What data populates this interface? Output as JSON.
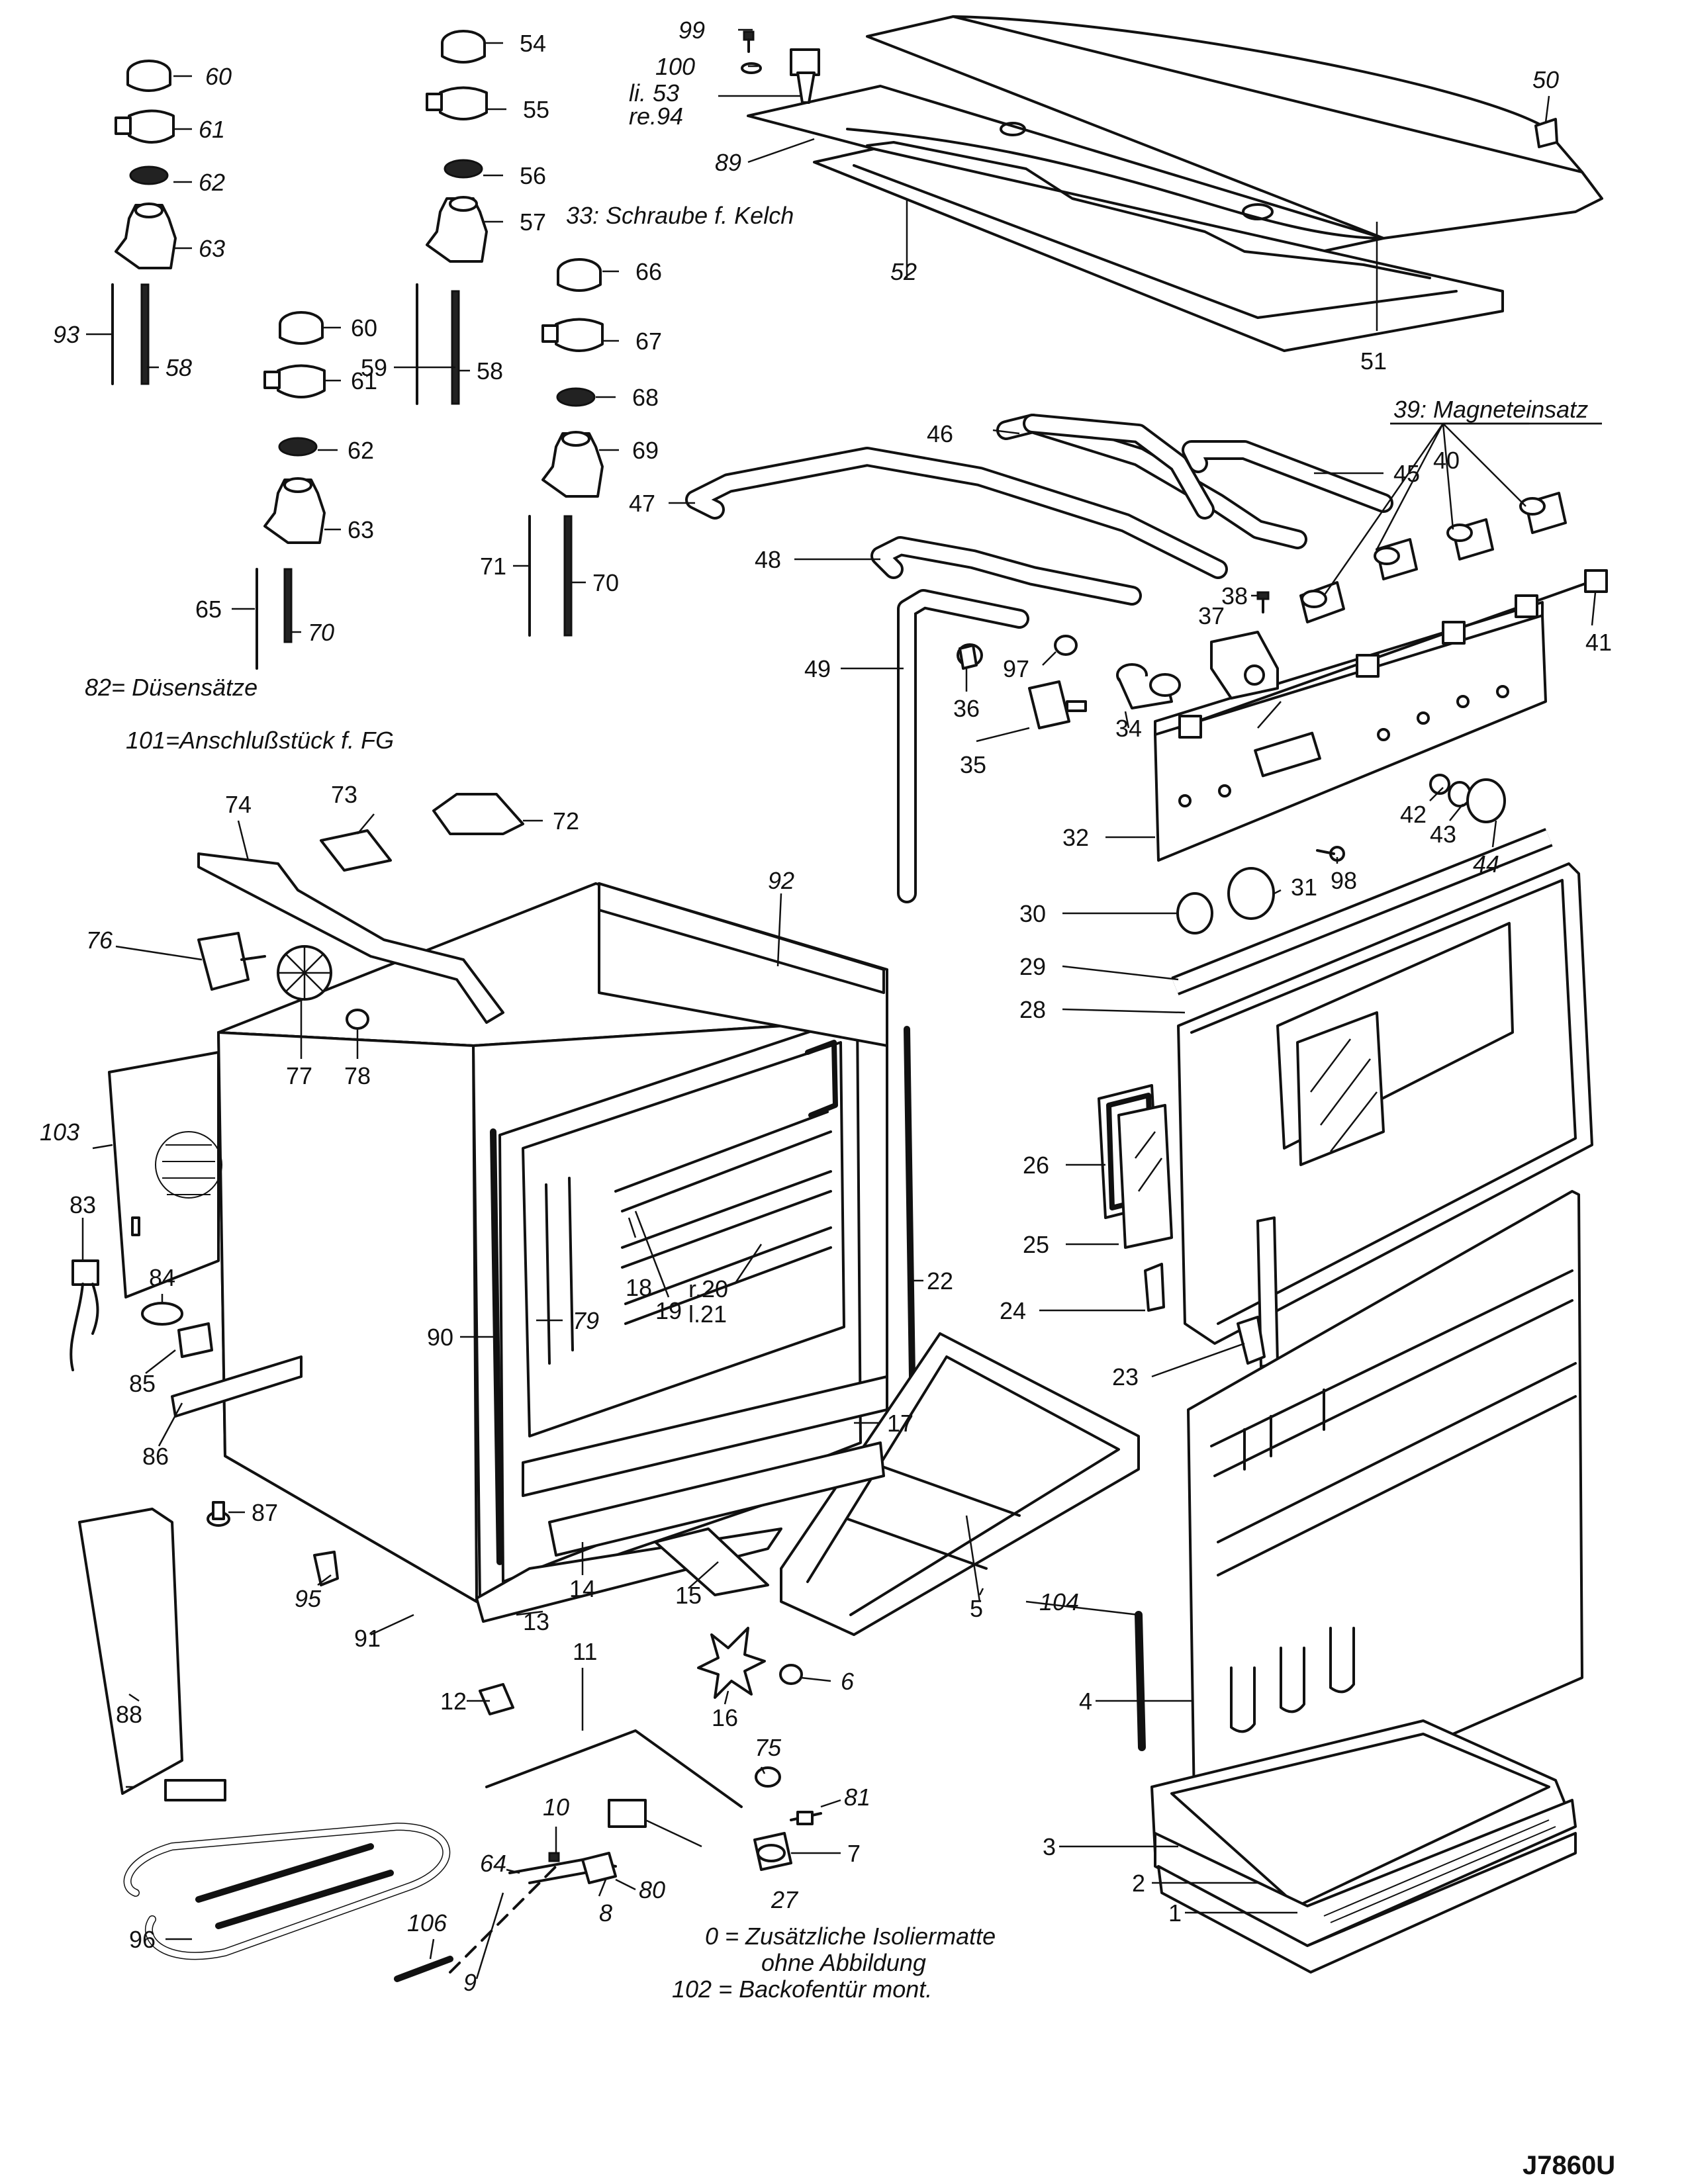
{
  "notes": {
    "screw": "33: Schraube f. Kelch",
    "magnet": "39: Magneteinsatz",
    "nozzle": "82= Düsensätze",
    "connector": "101=Anschlußstück f. FG",
    "insulation_1": "0 = Zusätzliche Isoliermatte",
    "insulation_2": "ohne Abbildung",
    "door": "102 = Backofentür mont.",
    "left_hinge_1": "li. 53",
    "left_hinge_2": "re.94",
    "rail": "r.20",
    "rail_l": "l.21",
    "model_code": "J7860U"
  },
  "labels": {
    "n1": "1",
    "n2": "2",
    "n3": "3",
    "n4": "4",
    "n5": "5",
    "n6": "6",
    "n7": "7",
    "n8": "8",
    "n9": "9",
    "n10": "10",
    "n11": "11",
    "n12": "12",
    "n13": "13",
    "n14": "14",
    "n15": "15",
    "n16": "16",
    "n17": "17",
    "n18": "18",
    "n19": "19",
    "n22": "22",
    "n23": "23",
    "n24": "24",
    "n25": "25",
    "n26": "26",
    "n27": "27",
    "n28": "28",
    "n29": "29",
    "n30": "30",
    "n31": "31",
    "n32": "32",
    "n34": "34",
    "n35": "35",
    "n36": "36",
    "n37": "37",
    "n38": "38",
    "n40": "40",
    "n41": "41",
    "n42": "42",
    "n43": "43",
    "n44": "44",
    "n45": "45",
    "n46": "46",
    "n47": "47",
    "n48": "48",
    "n49": "49",
    "n50": "50",
    "n51": "51",
    "n52": "52",
    "n54": "54",
    "n55": "55",
    "n56": "56",
    "n57": "57",
    "n58a": "58",
    "n58b": "58",
    "n59": "59",
    "n60a": "60",
    "n60b": "60",
    "n61a": "61",
    "n61b": "61",
    "n62a": "62",
    "n62b": "62",
    "n63a": "63",
    "n63b": "63",
    "n64": "64",
    "n65": "65",
    "n66": "66",
    "n67": "67",
    "n68": "68",
    "n69": "69",
    "n70a": "70",
    "n70b": "70",
    "n71": "71",
    "n72": "72",
    "n73": "73",
    "n74": "74",
    "n75": "75",
    "n76": "76",
    "n77": "77",
    "n78": "78",
    "n79": "79",
    "n80": "80",
    "n81": "81",
    "n83": "83",
    "n84": "84",
    "n85": "85",
    "n86": "86",
    "n87": "87",
    "n88": "88",
    "n89": "89",
    "n90": "90",
    "n91": "91",
    "n92": "92",
    "n93": "93",
    "n95": "95",
    "n96": "96",
    "n97": "97",
    "n98": "98",
    "n99": "99",
    "n100": "100",
    "n103": "103",
    "n104": "104",
    "n106": "106"
  }
}
